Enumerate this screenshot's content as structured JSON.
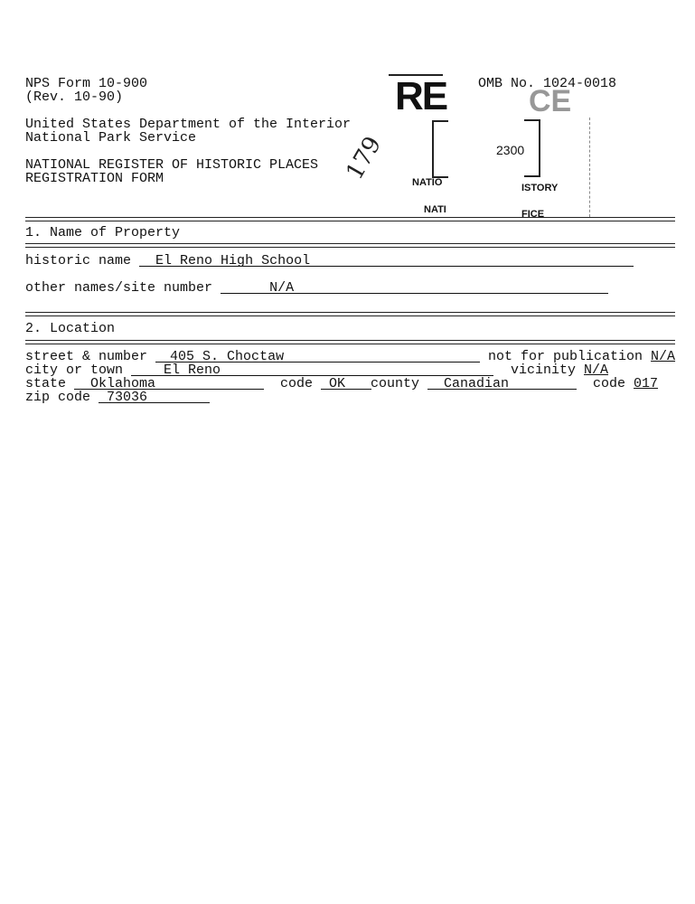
{
  "header": {
    "form_number": "NPS Form 10-900",
    "revision": "(Rev. 10-90)",
    "omb_number": "OMB No. 1024-0018",
    "department": "United States Department of the Interior",
    "service": "National Park Service",
    "title_line1": "NATIONAL REGISTER OF HISTORIC PLACES",
    "title_line2": "REGISTRATION FORM"
  },
  "stamp": {
    "text_re": "RE",
    "text_ce": "CE",
    "date_fragment": "2300",
    "line1_left": "NATIO",
    "line1_right": "ISTORY",
    "line2_left": "NATI",
    "line2_right": "FICE"
  },
  "handwriting": "179",
  "section1": {
    "heading": "1. Name of Property",
    "historic_name_label": "historic name",
    "historic_name_value": "El Reno High School",
    "other_names_label": "other names/site number",
    "other_names_value": "N/A"
  },
  "section2": {
    "heading": "2. Location",
    "street_label": "street & number",
    "street_value": "405 S. Choctaw",
    "not_for_publication_label": "not for publication",
    "not_for_publication_value": "N/A",
    "city_label": "city or town",
    "city_value": "El Reno",
    "vicinity_label": "vicinity",
    "vicinity_value": "N/A",
    "state_label": "state",
    "state_value": "Oklahoma",
    "state_code_label": "code",
    "state_code_value": "OK",
    "county_label": "county",
    "county_value": "Canadian",
    "county_code_label": "code",
    "county_code_value": "017",
    "zip_label": "zip code",
    "zip_value": "73036"
  }
}
